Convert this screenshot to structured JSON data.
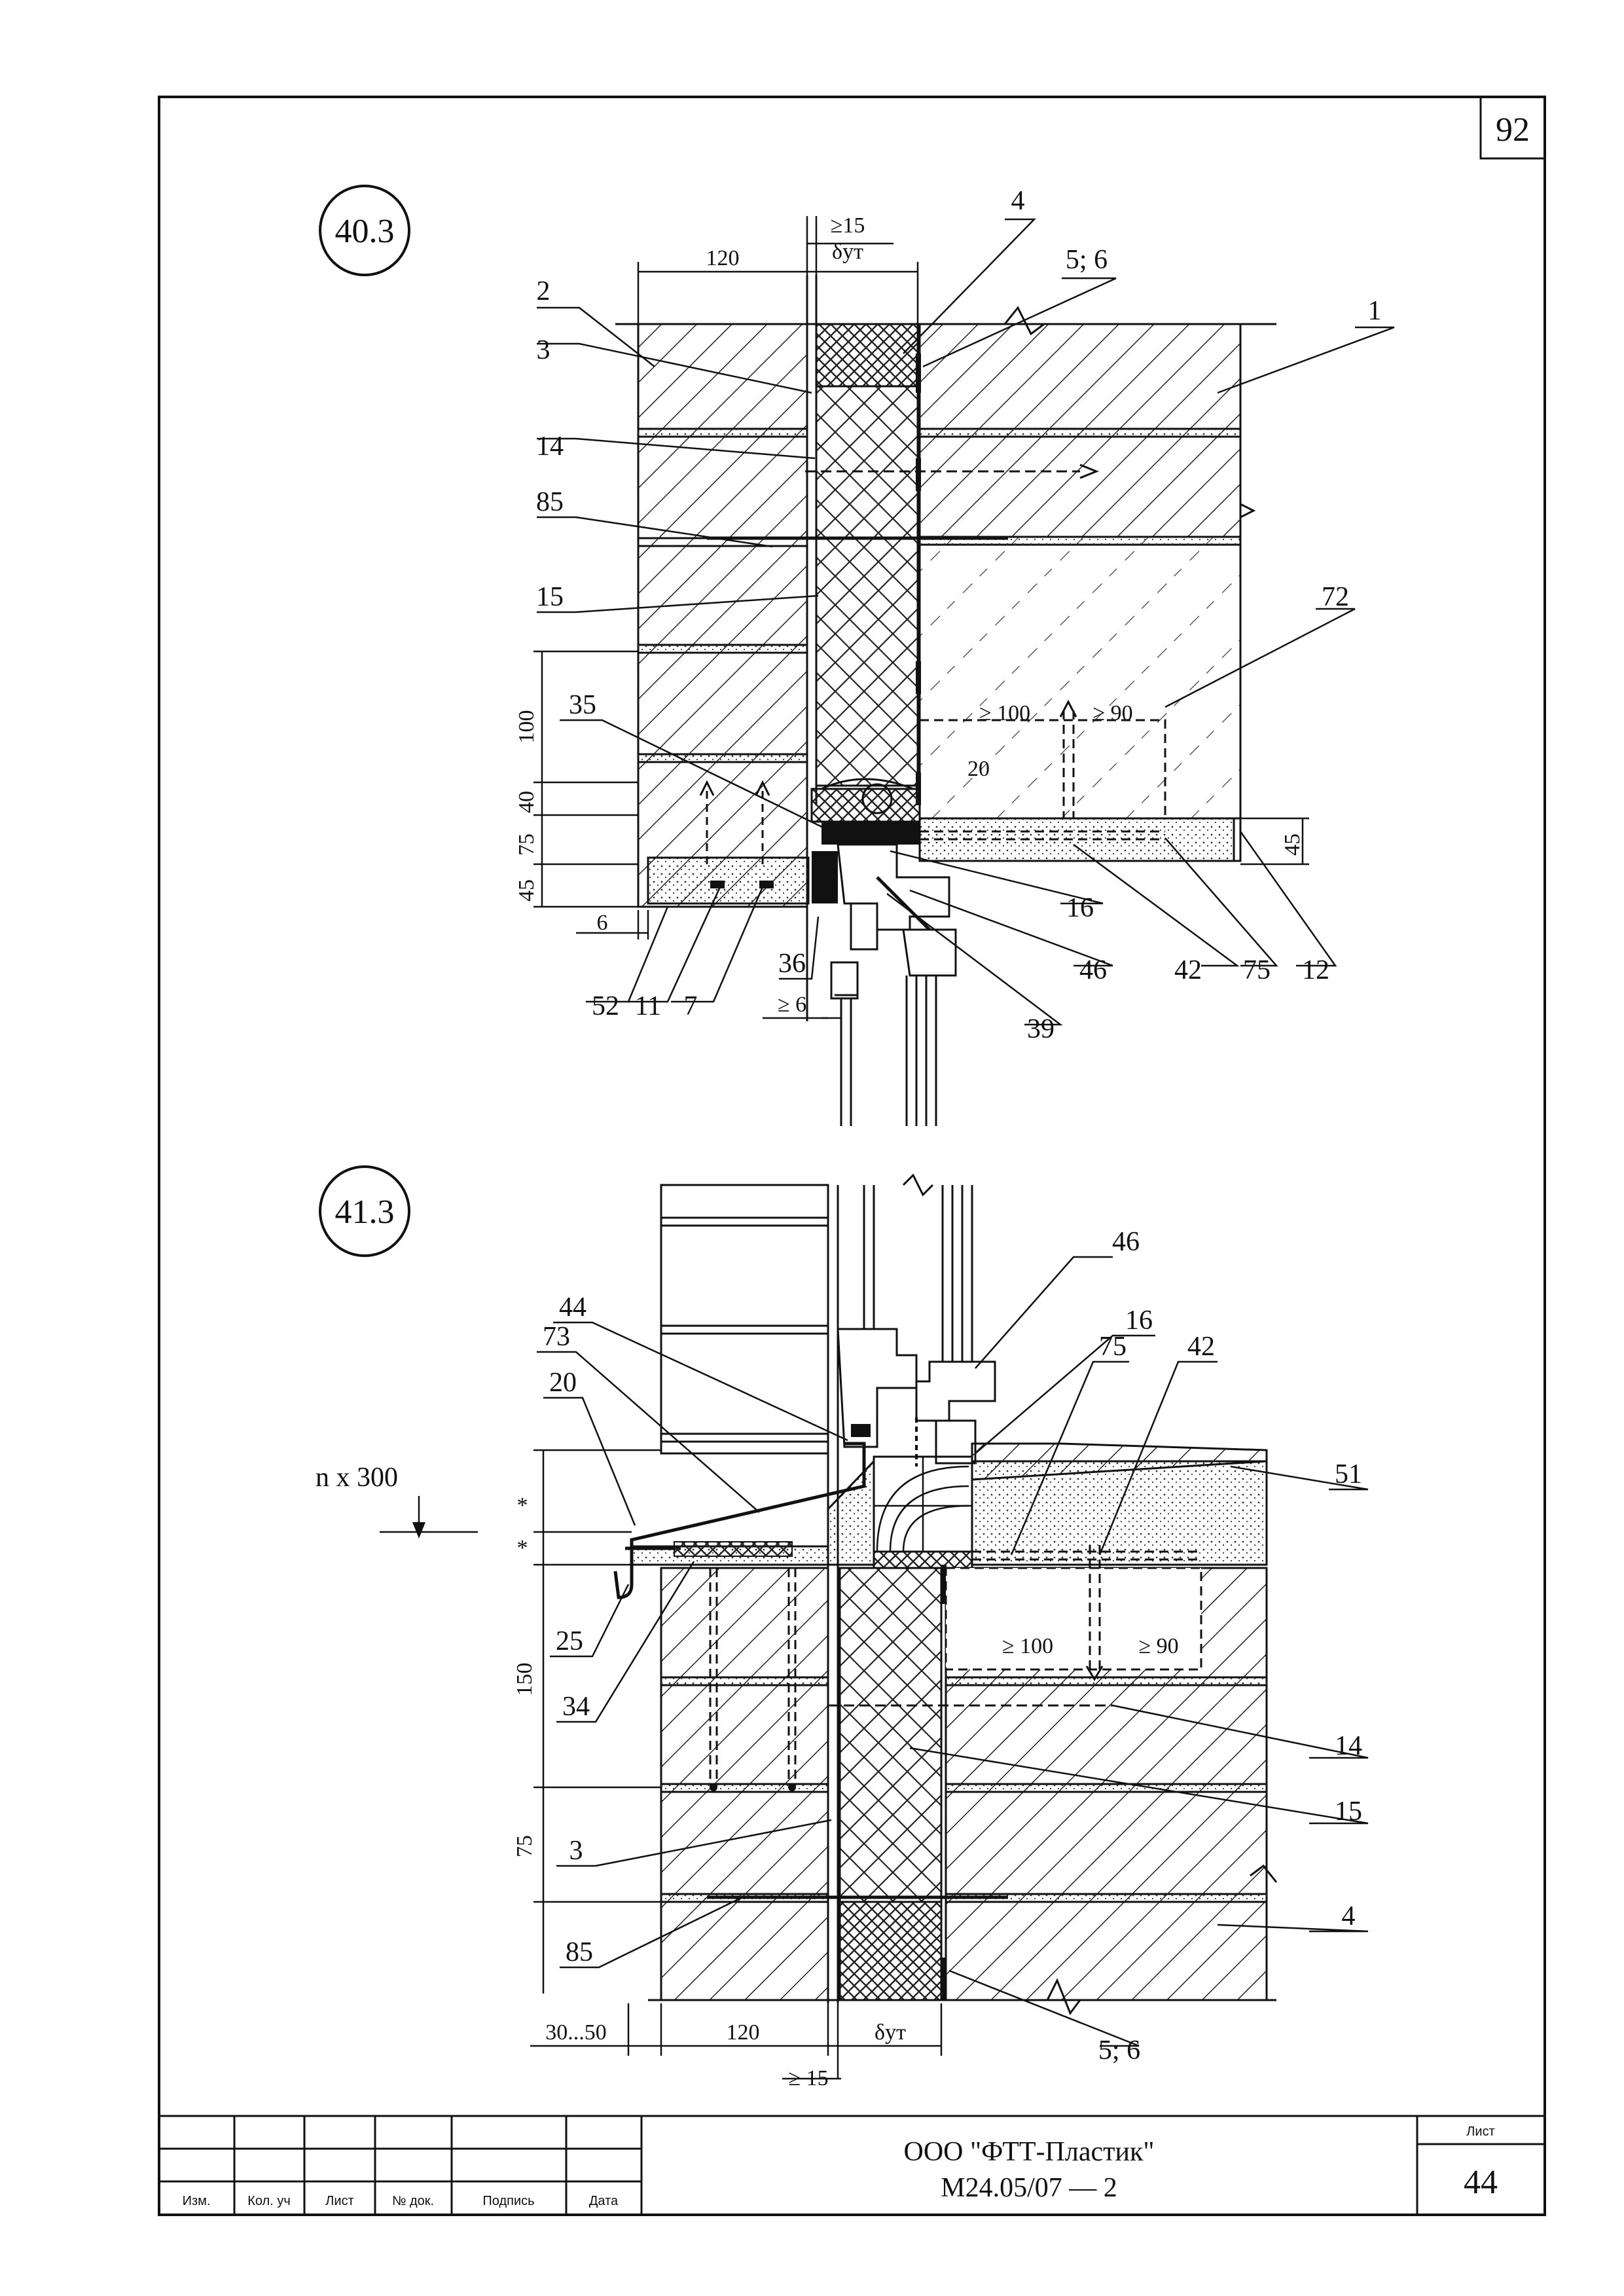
{
  "sheet": {
    "corner_number": "92",
    "sheet_label": "Лист",
    "sheet_number": "44",
    "company": "ООО \"ФТТ-Пластик\"",
    "doc_code": "М24.05/07 — 2",
    "columns": [
      "Изм.",
      "Кол. уч",
      "Лист",
      "№ док.",
      "Подпись",
      "Дата"
    ]
  },
  "detail_top": {
    "id": "40.3",
    "dims": {
      "d120": "120",
      "d15": "≥15",
      "dut": "δут",
      "d100": "100",
      "d40": "40",
      "d75": "75",
      "d45a": "45",
      "d6": "6",
      "d6b": "≥ 6",
      "d45b": "45",
      "g100": "≥ 100",
      "g90": "≥ 90",
      "d20": "20"
    },
    "callouts": [
      "4",
      "5; 6",
      "2",
      "1",
      "3",
      "14",
      "85",
      "15",
      "72",
      "35",
      "16",
      "36",
      "46",
      "42",
      "75",
      "12",
      "52",
      "11",
      "7",
      "39"
    ]
  },
  "detail_bottom": {
    "id": "41.3",
    "dims": {
      "n300": "n x 300",
      "star": "*",
      "d150": "150",
      "d75": "75",
      "d3050": "30...50",
      "d120": "120",
      "dut": "δут",
      "d15": "≥ 15",
      "g100": "≥ 100",
      "g90": "≥ 90"
    },
    "callouts": [
      "46",
      "44",
      "16",
      "73",
      "75",
      "42",
      "20",
      "51",
      "25",
      "34",
      "14",
      "15",
      "3",
      "4",
      "85",
      "5; 6"
    ]
  }
}
